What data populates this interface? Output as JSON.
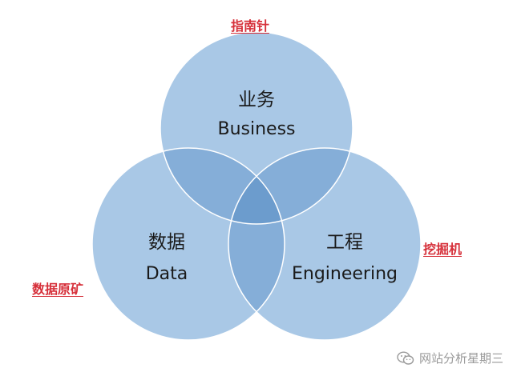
{
  "circles": {
    "business": {
      "zh": "业务",
      "en": "Business"
    },
    "data": {
      "zh": "数据",
      "en": "Data"
    },
    "engineering": {
      "zh": "工程",
      "en": "Engineering"
    }
  },
  "side_labels": {
    "compass": "指南针",
    "data_mine": "数据原矿",
    "excavator": "挖掘机"
  },
  "watermark": {
    "text": "网站分析星期三",
    "icon": "wechat-icon"
  },
  "colors": {
    "circle_fill": "#a9c8e6",
    "overlap": "#85aed8",
    "center": "#6c9ccd",
    "stroke": "#ffffff",
    "accent_red": "#d6303a"
  }
}
